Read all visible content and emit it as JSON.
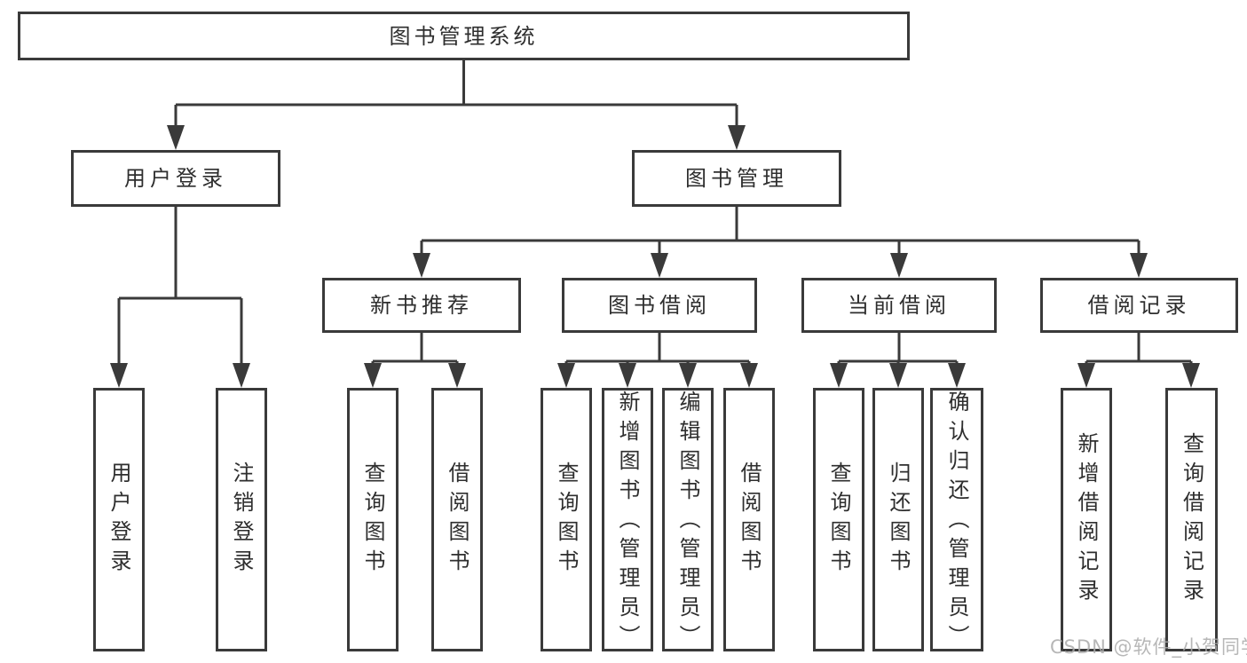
{
  "watermark": "CSDN @软件_小贺同学",
  "colors": {
    "line": "#3a3a3a",
    "text": "#2e2e2e",
    "background": "#ffffff",
    "watermark": "#ababab"
  },
  "tree": {
    "root": "图书管理系统",
    "user_login": {
      "label": "用户登录",
      "children": [
        "用户登录",
        "注销登录"
      ]
    },
    "book_management": {
      "label": "图书管理",
      "sections": [
        {
          "label": "新书推荐",
          "children": [
            "查询图书",
            "借阅图书"
          ]
        },
        {
          "label": "图书借阅",
          "children": [
            "查询图书",
            "新增图书（管理员）",
            "编辑图书（管理员）",
            "借阅图书"
          ]
        },
        {
          "label": "当前借阅",
          "children": [
            "查询图书",
            "归还图书",
            "确认归还（管理员）"
          ]
        },
        {
          "label": "借阅记录",
          "children": [
            "新增借阅记录",
            "查询借阅记录"
          ]
        }
      ]
    }
  }
}
